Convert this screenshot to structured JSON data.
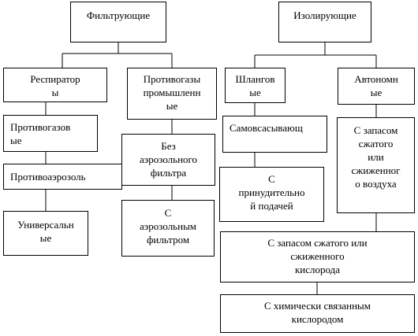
{
  "diagram": {
    "nodes": {
      "filtering": "Фильтрующие",
      "isolating": "Изолирующие",
      "respirators": "Респиратор\nы",
      "gas_masks_industrial": "Противогазы\nпромышленн\nые",
      "hose": "Шлангов\nые",
      "autonomous": "Автономн\nые",
      "gas_mask": "Противогазов\nые",
      "without_aerosol_filter": "Без\nаэрозольного\nфильтра",
      "self_suction": "Самовсасывающ",
      "compressed_air": "С запасом\nсжатого\nили\nсжиженног\nо воздуха",
      "anti_aerosol": "Противоаэрозоль",
      "forced_supply": "С\nпринудительно\nй подачей",
      "with_aerosol_filter": "С\nаэрозольным\nфильтром",
      "universal": "Универсальн\nые",
      "compressed_oxygen": "С запасом сжатого или\nсжиженного\nкислорода",
      "chemically_bound_oxygen": "С химически связанным\nкислородом"
    }
  }
}
